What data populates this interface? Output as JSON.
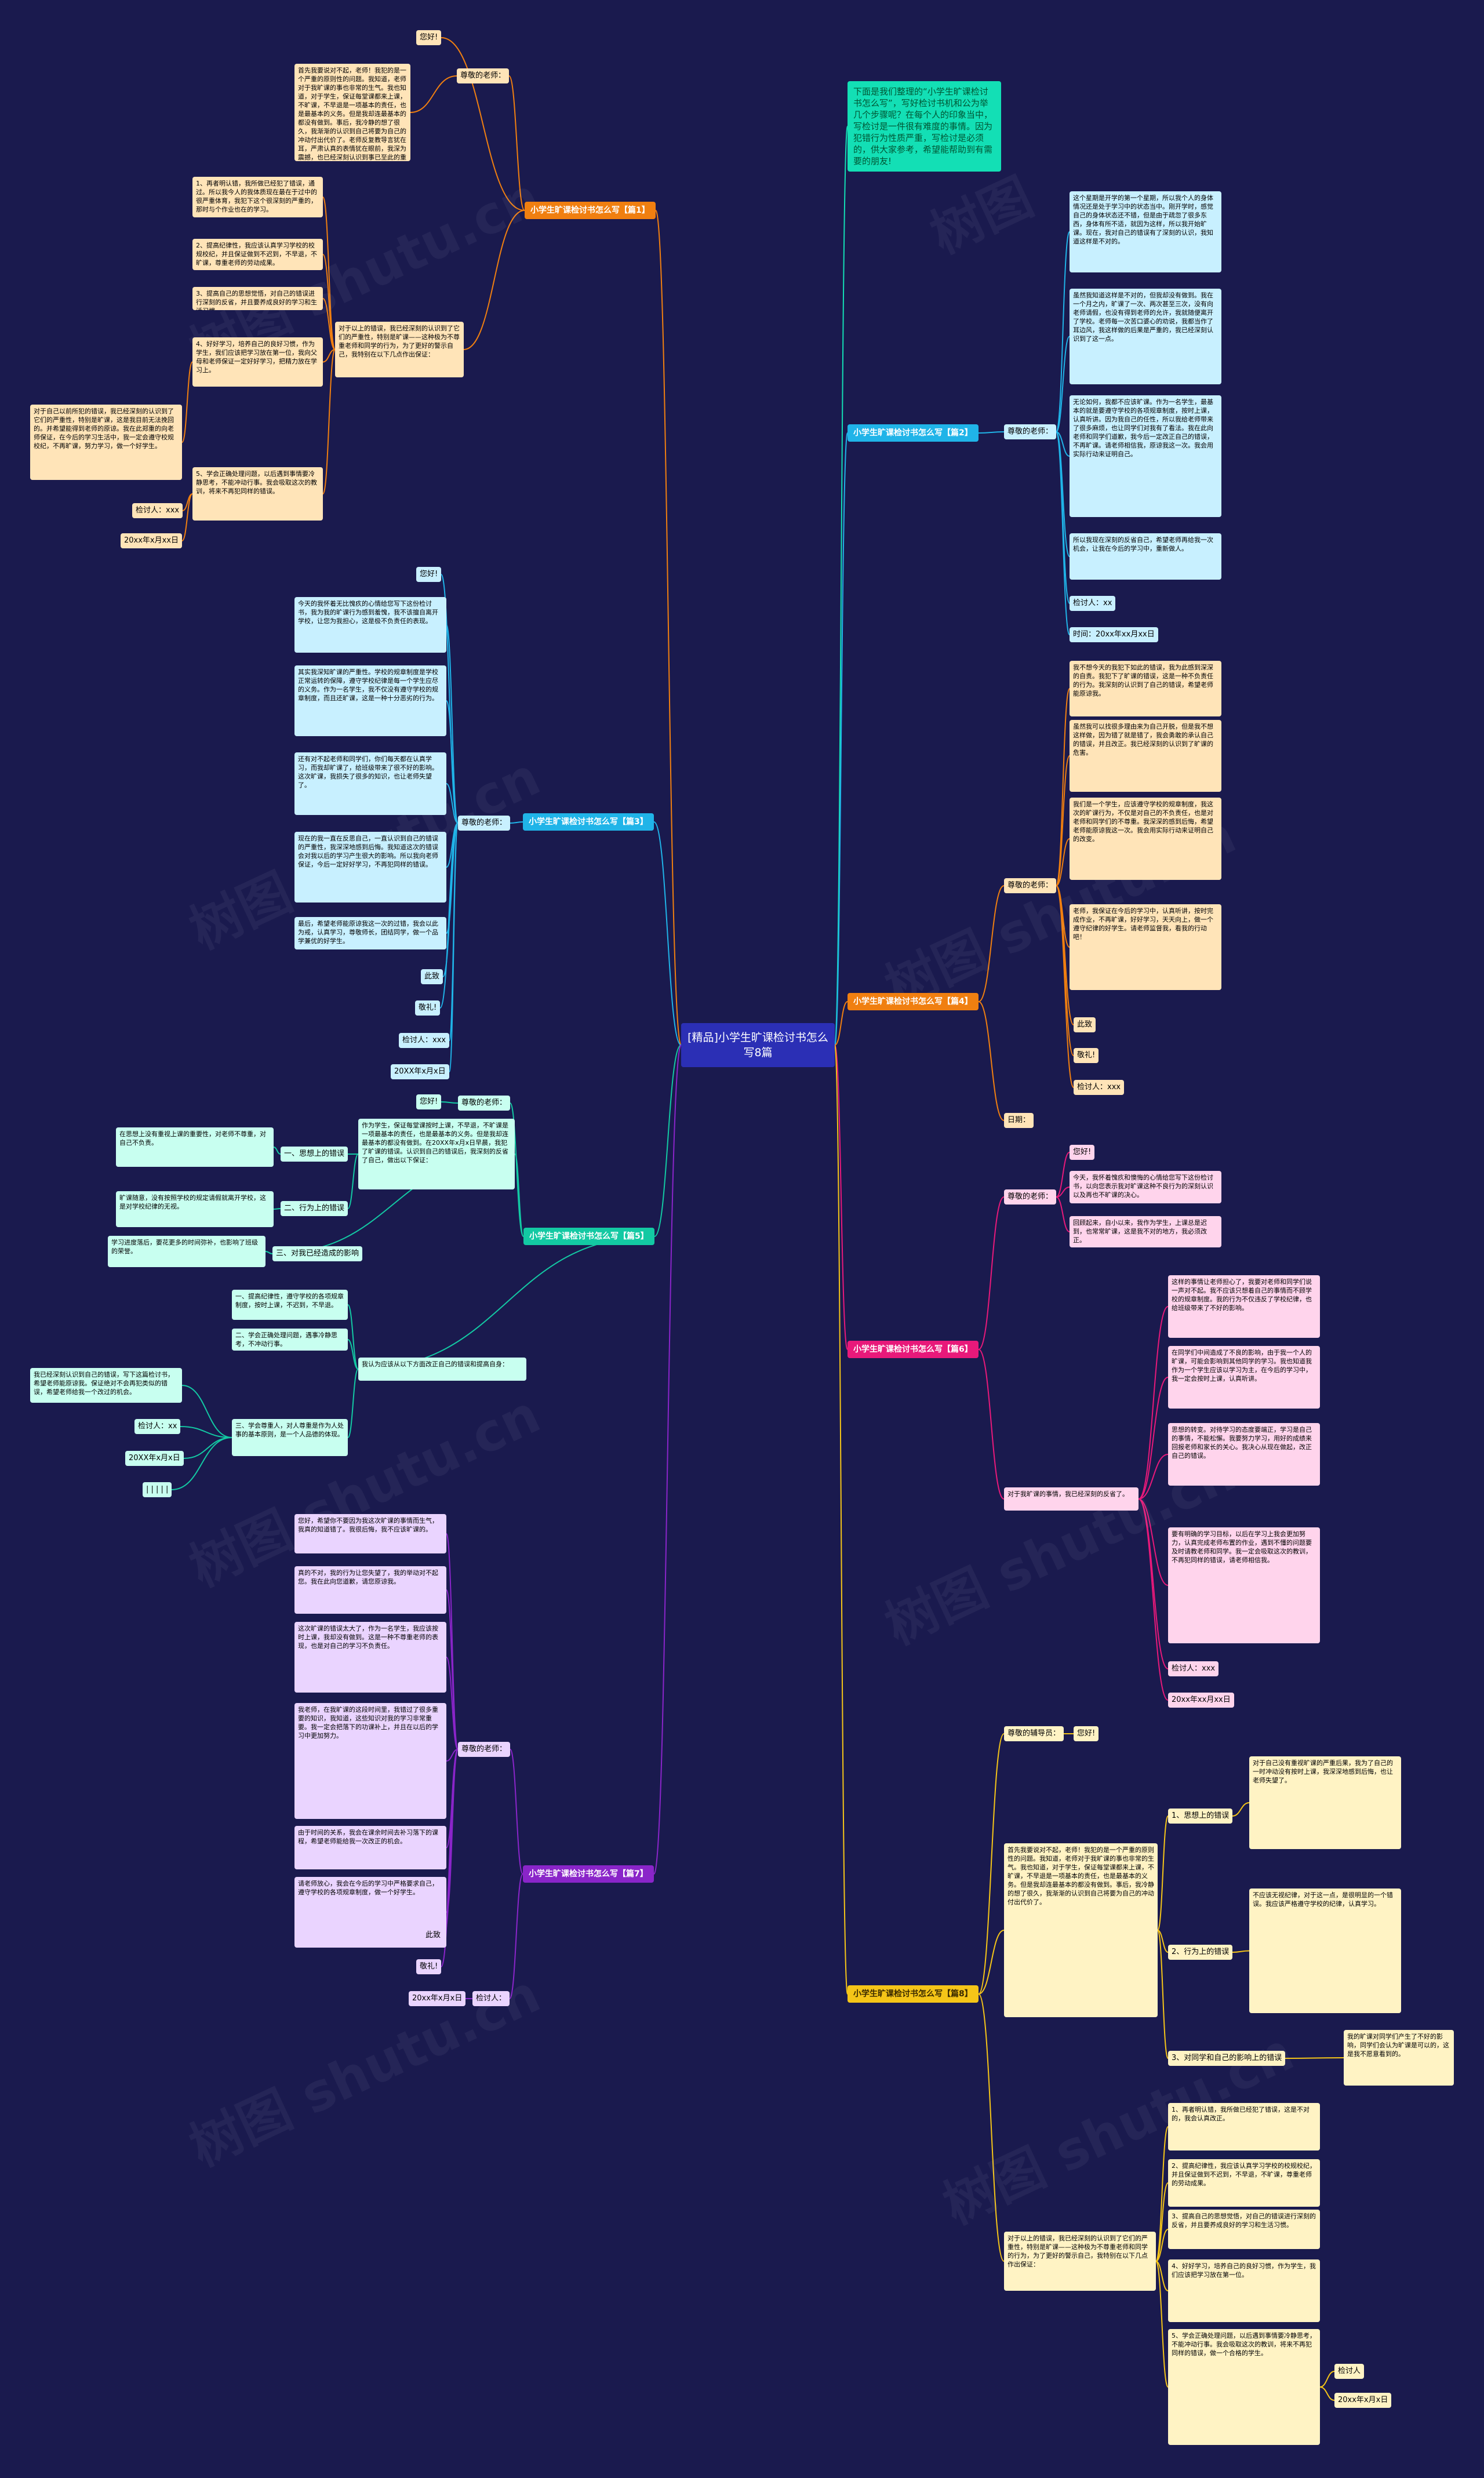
{
  "root": "[精品]小学生旷课检讨书怎么写8篇",
  "intro": "下面是我们整理的“小学生旷课检讨书怎么写”，写好检讨书机和公为举几个步骤呢？在每个人的印象当中，写检讨是一件很有难度的事情。因为犯错行为性质严重，写检讨是必须的，供大家参考，希望能帮助到有需要的朋友!",
  "branch1": {
    "title": "小学生旷课检讨书怎么写【篇1】",
    "hello": "您好!",
    "greet": "尊敬的老师：",
    "p1": "首先我要说对不起，老师！我犯的是一个严重的原则性的问题。我知道，老师对于我旷课的事也非常的生气。我也知道，对于学生，保证每堂课都来上课，不旷课，不早退是一项基本的责任，也是最基本的义务。但是我却连最基本的都没有做到。事后，我冷静的想了很久，我渐渐的认识到自己将要为自己的冲动付出代价了。老师反复教导言犹在耳，严肃认真的表情犹在眼前，我深为震撼，也已经深刻认识到事已至此的重要性。",
    "p2": "对于以上的错误，我已经深刻的认识到了它们的严重性，特别是旷课——这种极为不尊重老师和同学的行为，为了更好的警示自己，我特别在以下几点作出保证：",
    "l1": "1、再者明认错，我所做已经犯了错误，通过。所以我今人的我体质现在最在于过中的很严重体育，我犯下这个很深刻的严重的，那时与个作业也在的学习。",
    "l2": "2、提高纪律性，我应该认真学习学校的校规校纪，并且保证做到不迟到，不早退，不旷课，尊重老师的劳动成果。",
    "l3": "3、提高自己的思想觉悟，对自己的错误进行深刻的反省，并且要养成良好的学习和生活习惯。",
    "l4": "4、好好学习，培养自己的良好习惯，作为学生，我们应该把学习放在第一位，我向父母和老师保证一定好好学习，把精力放在学习上。",
    "l5": "5、学会正确处理问题，以后遇到事情要冷静思考，不能冲动行事。我会吸取这次的教训，将来不再犯同样的错误。",
    "side": "对于自己以前所犯的错误，我已经深刻的认识到了它们的严重性，特别是旷课，这是我目前无法挽回的。并希望能得到老师的原谅。我在此郑重的向老师保证，在今后的学习生活中，我一定会遵守校规校纪，不再旷课，努力学习，做一个好学生。",
    "signer": "检讨人：xxx",
    "date": "20xx年x月xx日"
  },
  "branch2": {
    "title": "小学生旷课检讨书怎么写【篇2】",
    "greet": "尊敬的老师：",
    "p1": "这个星期是开学的第一个星期，所以我个人的身体情况还是处于学习中的状态当中。刚开学时，感觉自己的身体状态还不错，但是由于疏忽了很多东西，身体有所不适，就因为这样，所以我开始旷课。现在，我对自己的错误有了深刻的认识，我知道这样是不对的。",
    "p2": "虽然我知道这样是不对的，但我却没有做到。我在一个月之内，旷课了一次、两次甚至三次，没有向老师请假，也没有得到老师的允许，我就随便离开了学校。老师每一次苦口婆心的劝说，我都当作了耳边风，我这样做的后果是严重的，我已经深刻认识到了这一点。",
    "p3": "无论如何，我都不应该旷课。作为一名学生，最基本的就是要遵守学校的各项规章制度，按时上课，认真听讲。因为我自己的任性，所以我给老师带来了很多麻烦，也让同学们对我有了看法。我在此向老师和同学们道歉，我今后一定改正自己的错误，不再旷课。请老师相信我，原谅我这一次。我会用实际行动来证明自己。",
    "p4": "所以我现在深刻的反省自己，希望老师再给我一次机会，让我在今后的学习中，重新做人。",
    "signer": "检讨人：xx",
    "date": "时间：20xx年xx月xx日"
  },
  "branch3": {
    "title": "小学生旷课检讨书怎么写【篇3】",
    "hello": "您好!",
    "greet": "尊敬的老师：",
    "p1": "今天的我怀着无比愧疚的心情给您写下这份检讨书，我为我的旷课行为感到羞愧，我不该擅自离开学校，让您为我担心，这是极不负责任的表现。",
    "p2": "其实我深知旷课的严重性。学校的规章制度是学校正常运转的保障，遵守学校纪律是每一个学生应尽的义务。作为一名学生，我不仅没有遵守学校的规章制度，而且还旷课，这是一种十分恶劣的行为。",
    "p3": "还有对不起老师和同学们，你们每天都在认真学习，而我却旷课了，给班级带来了很不好的影响。这次旷课，我损失了很多的知识，也让老师失望了。",
    "p4": "现在的我一直在反思自己，一直认识到自己的错误的严重性，我深深地感到后悔。我知道这次的错误会对我以后的学习产生很大的影响。所以我向老师保证，今后一定好好学习，不再犯同样的错误。",
    "p5": "最后，希望老师能原谅我这一次的过错，我会以此为戒，认真学习，尊敬师长，团结同学，做一个品学兼优的好学生。",
    "salute": "此致",
    "salute2": "敬礼!",
    "signer": "检讨人：xxx",
    "date": "20XX年x月x日"
  },
  "branch4": {
    "title": "小学生旷课检讨书怎么写【篇4】",
    "greet": "尊敬的老师：",
    "p1": "我不想今天的我犯下如此的错误，我为此感到深深的自责。我犯下了旷课的错误，这是一种不负责任的行为。我深刻的认识到了自己的错误，希望老师能原谅我。",
    "p2": "虽然我可以找很多理由来为自己开脱，但是我不想这样做，因为错了就是错了，我会勇敢的承认自己的错误，并且改正。我已经深刻的认识到了旷课的危害。",
    "p3": "我们是一个学生，应该遵守学校的规章制度，我这次的旷课行为，不仅是对自己的不负责任，也是对老师和同学们的不尊重。我深深的感到后悔，希望老师能原谅我这一次。我会用实际行动来证明自己的改变。",
    "p4": "老师，我保证在今后的学习中，认真听讲，按时完成作业，不再旷课，好好学习，天天向上，做一个遵守纪律的好学生。请老师监督我，看我的行动吧！",
    "salute": "此致",
    "salute2": "敬礼!",
    "signer": "检讨人：xxx",
    "date_label": "日期："
  },
  "branch5": {
    "title": "小学生旷课检讨书怎么写【篇5】",
    "hello": "您好!",
    "greet": "尊敬的老师：",
    "p1": "作为学生，保证每堂课按时上课，不早退，不旷课是一项最基本的责任，也是最基本的义务。但是我却连最基本的都没有做到。在20XX年x月x日早晨，我犯了旷课的错误。认识到自己的错误后，我深刻的反省了自己，做出以下保证：",
    "h1": "一、思想上的错误",
    "t1": "在思想上没有重视上课的重要性，对老师不尊重，对自己不负责。",
    "h2": "二、行为上的错误",
    "t2": "旷课随意，没有按照学校的规定请假就离开学校，这是对学校纪律的无视。",
    "h3": "三、对我已经造成的影响",
    "t3": "学习进度落后，要花更多的时间弥补，也影响了班级的荣誉。",
    "q1": "一、提高纪律性，遵守学校的各项规章制度，按时上课，不迟到，不早退。",
    "q2": "二、学会正确处理问题，遇事冷静思考，不冲动行事。",
    "q3": "三、学会尊重人，对人尊重是作为人处事的基本原则，是一个人品德的体现。",
    "summary": "我认为应该从以下方面改正自己的错误和提高自身：",
    "side": "我已经深刻认识到自己的错误，写下这篇检讨书，希望老师能原谅我。保证绝对不会再犯类似的错误，希望老师给我一个改过的机会。",
    "signer": "检讨人：xx",
    "date": "20XX年x月x日",
    "bars": "| | | | |"
  },
  "branch6": {
    "title": "小学生旷课检讨书怎么写【篇6】",
    "hello": "您好!",
    "greet": "尊敬的老师：",
    "p1": "今天，我怀着愧疚和懊悔的心情给您写下这份检讨书，以向您表示我对旷课这种不良行为的深刻认识以及再也不旷课的决心。",
    "p2": "回顾起来，自小以来，我作为学生，上课总是迟到，也常常旷课，这是我不对的地方，我必须改正。",
    "side": "对于我旷课的事情，我已经深刻的反省了。",
    "p3": "这样的事情让老师担心了，我要对老师和同学们说一声对不起。我不应该只想着自己的事情而不顾学校的规章制度。我的行为不仅违反了学校纪律，也给班级带来了不好的影响。",
    "p4": "在同学们中间造成了不良的影响，由于我一个人的旷课，可能会影响到其他同学的学习。我也知道我作为一个学生应该以学习为主，在今后的学习中，我一定会按时上课，认真听讲。",
    "p5": "思想的转变。对待学习的态度要端正，学习是自己的事情，不能松懈。我要努力学习，用好的成绩来回报老师和家长的关心。我决心从现在做起，改正自己的错误。",
    "p6": "要有明确的学习目标，以后在学习上我会更加努力，认真完成老师布置的作业，遇到不懂的问题要及时请教老师和同学。我一定会吸取这次的教训，不再犯同样的错误，请老师相信我。",
    "signer": "检讨人：xxx",
    "date": "20xx年xx月xx日"
  },
  "branch7": {
    "title": "小学生旷课检讨书怎么写【篇7】",
    "greet": "尊敬的老师：",
    "p1": "您好，希望你不要因为我这次旷课的事情而生气，我真的知道错了。我很后悔，我不应该旷课的。",
    "p2": "真的不对，我的行为让您失望了，我的举动对不起您。我在此向您道歉，请您原谅我。",
    "p3": "这次旷课的错误太大了，作为一名学生，我应该按时上课，我却没有做到。这是一种不尊重老师的表现，也是对自己的学习不负责任。",
    "p4": "我老师，在我旷课的这段时间里，我错过了很多重要的知识，我知道，这些知识对我的学习非常重要。我一定会把落下的功课补上，并且在以后的学习中更加努力。",
    "p5": "由于时间的关系，我会在课余时间去补习落下的课程，希望老师能给我一次改正的机会。",
    "p6": "请老师放心，我会在今后的学习中严格要求自己，遵守学校的各项规章制度，做一个好学生。",
    "salute": "此致",
    "salute2": "敬礼!",
    "signer": "检讨人：",
    "date": "20xx年x月x日"
  },
  "branch8": {
    "title": "小学生旷课检讨书怎么写【篇8】",
    "greet": "尊敬的辅导员：",
    "hello": "您好!",
    "p1": "首先我要说对不起，老师！我犯的是一个严重的原则性的问题。我知道，老师对于我旷课的事也非常的生气。我也知道，对于学生，保证每堂课都来上课，不旷课，不早退是一项基本的责任，也是最基本的义务。但是我却连最基本的都没有做到。事后，我冷静的想了很久，我渐渐的认识到自己将要为自己的冲动付出代价了。",
    "h1": "1、思想上的错误",
    "t1": "对于自己没有重视旷课的严重后果，我为了自己的一时冲动没有按时上课，我深深地感到后悔，也让老师失望了。",
    "h2": "2、行为上的错误",
    "t2": "不应该无视纪律，对于这一点，是很明显的一个错误。我应该严格遵守学校的纪律，认真学习。",
    "h3": "3、对同学和自己的影响上的错误",
    "t3": "我的旷课对同学们产生了不好的影响，同学们会认为旷课是可以的，这是我不愿意看到的。",
    "p2": "对于以上的错误，我已经深刻的认识到了它们的严重性，特别是旷课——这种极为不尊重老师和同学的行为，为了更好的警示自己，我特别在以下几点作出保证：",
    "l1": "1、再者明认错，我所做已经犯了错误，这是不对的，我会认真改正。",
    "l2": "2、提高纪律性，我应该认真学习学校的校规校纪，并且保证做到不迟到，不早退，不旷课，尊重老师的劳动成果。",
    "l3": "3、提高自己的思想觉悟，对自己的错误进行深刻的反省，并且要养成良好的学习和生活习惯。",
    "l4": "4、好好学习，培养自己的良好习惯，作为学生，我们应该把学习放在第一位。",
    "l5": "5、学会正确处理问题，以后遇到事情要冷静思考，不能冲动行事。我会吸取这次的教训，将来不再犯同样的错误，做一个合格的学生。",
    "signer": "检讨人",
    "date": "20xx年x月x日"
  }
}
